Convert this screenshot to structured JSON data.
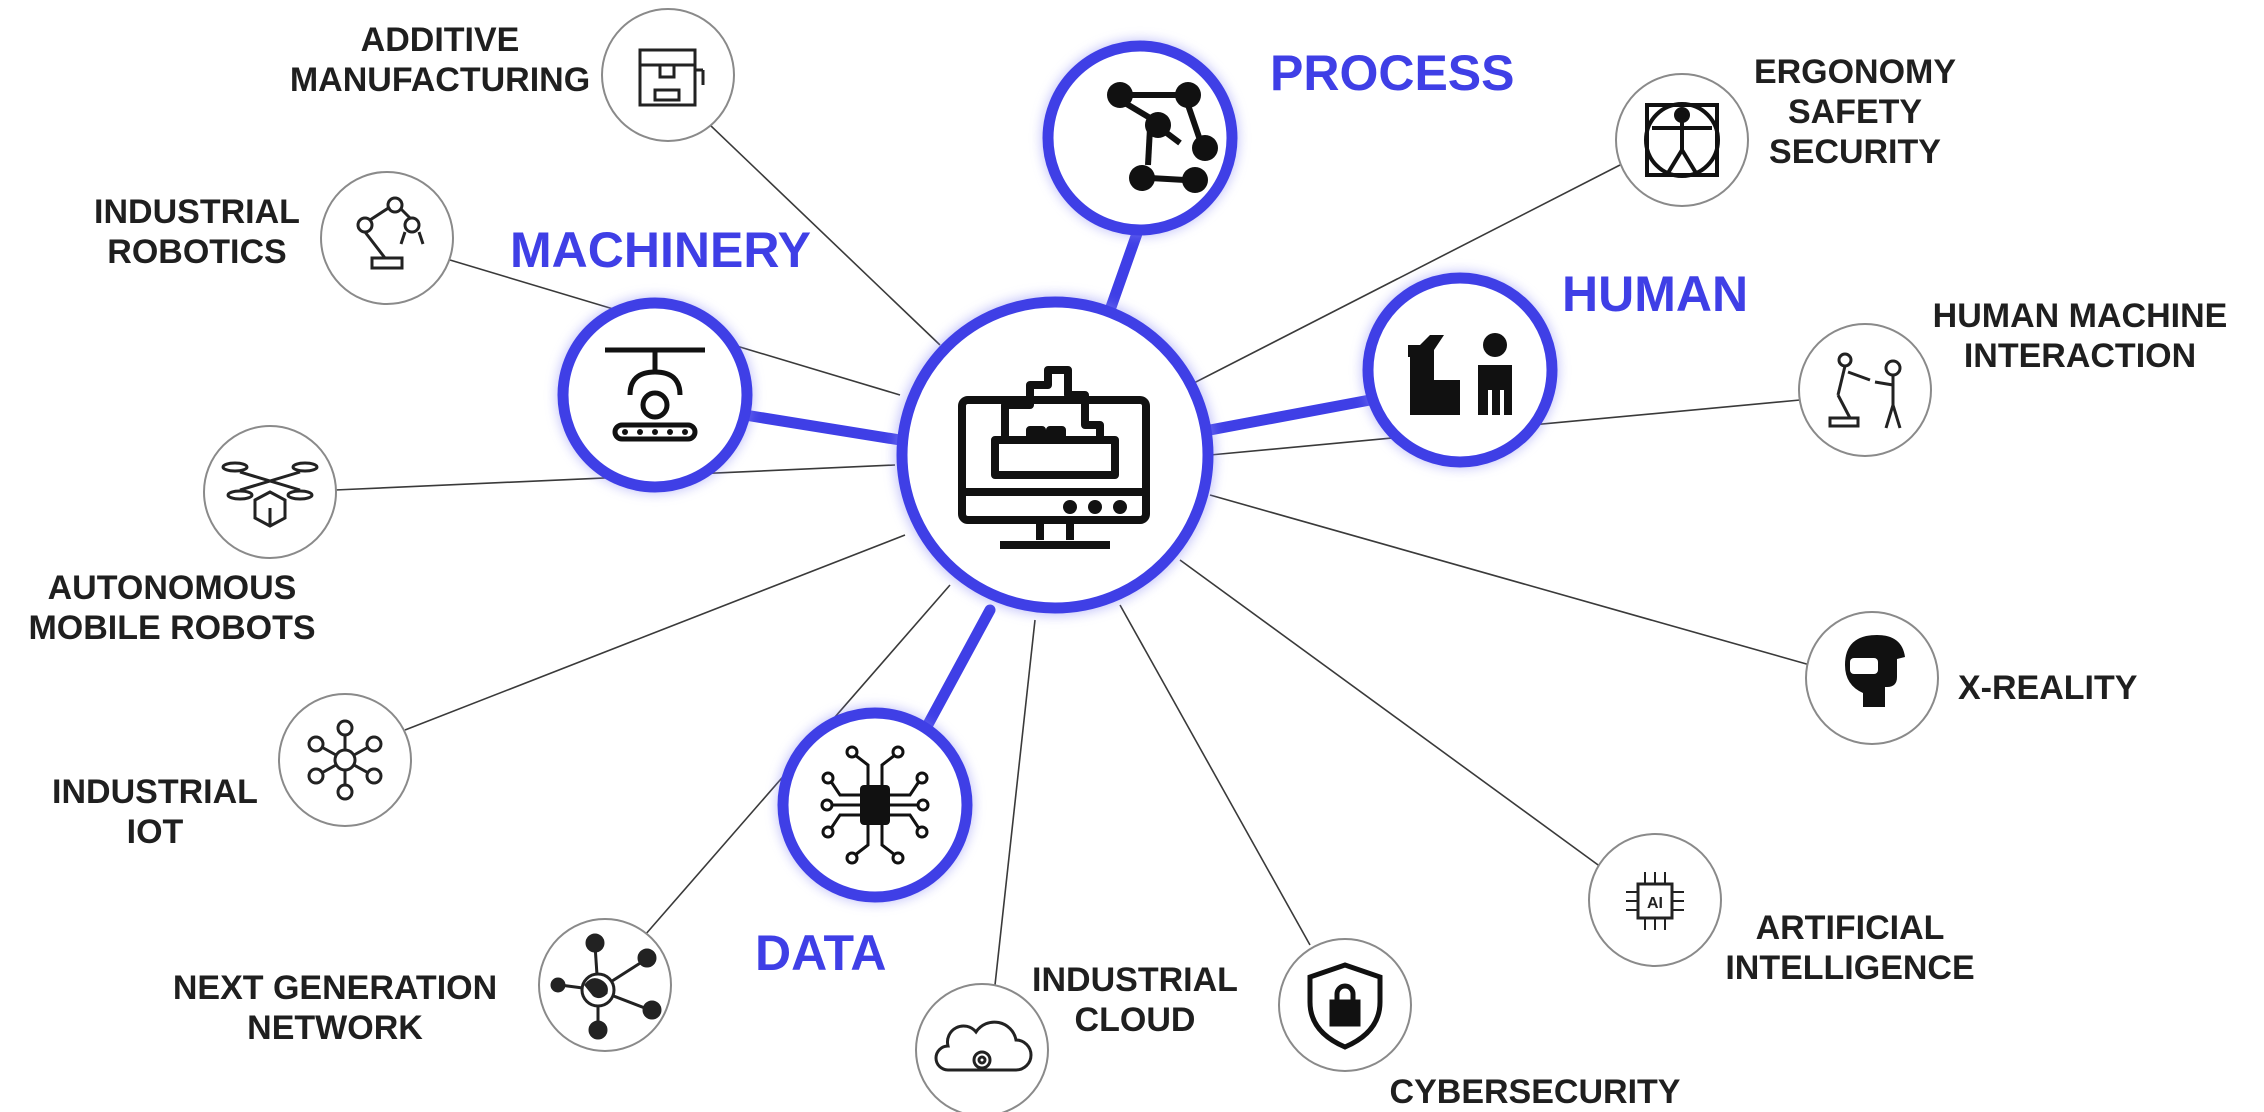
{
  "colors": {
    "accent": "#3f3fe6",
    "text": "#1f1f1f",
    "line": "#3a3a3a",
    "node_border": "#8a8a8a"
  },
  "hub": {
    "icon": "factory-monitor-icon"
  },
  "categories": {
    "process": {
      "label": "PROCESS",
      "icon": "process-flow-icon"
    },
    "machinery": {
      "label": "MACHINERY",
      "icon": "gripper-conveyor-icon"
    },
    "human": {
      "label": "HUMAN",
      "icon": "worker-robot-icon"
    },
    "data": {
      "label": "DATA",
      "icon": "chip-circuit-icon"
    }
  },
  "technologies": {
    "additive_manufacturing": {
      "lines": [
        "ADDITIVE",
        "MANUFACTURING"
      ],
      "icon": "3d-printer-icon"
    },
    "industrial_robotics": {
      "lines": [
        "INDUSTRIAL",
        "ROBOTICS"
      ],
      "icon": "robot-arm-icon"
    },
    "autonomous_mobile_robots": {
      "lines": [
        "AUTONOMOUS",
        "MOBILE ROBOTS"
      ],
      "icon": "drone-package-icon"
    },
    "industrial_iot": {
      "lines": [
        "INDUSTRIAL",
        "IOT"
      ],
      "icon": "network-nodes-icon"
    },
    "next_generation_network": {
      "lines": [
        "NEXT GENERATION",
        "NETWORK"
      ],
      "icon": "globe-network-icon"
    },
    "industrial_cloud": {
      "lines": [
        "INDUSTRIAL",
        "CLOUD"
      ],
      "icon": "cloud-gear-icon"
    },
    "cybersecurity": {
      "lines": [
        "CYBERSECURITY"
      ],
      "icon": "shield-lock-icon"
    },
    "artificial_intelligence": {
      "lines": [
        "ARTIFICIAL",
        "INTELLIGENCE"
      ],
      "icon": "ai-chip-icon"
    },
    "x_reality": {
      "lines": [
        "X-REALITY"
      ],
      "icon": "vr-headset-icon"
    },
    "human_machine_interaction": {
      "lines": [
        "HUMAN MACHINE",
        "INTERACTION"
      ],
      "icon": "human-robot-icon"
    },
    "ergonomy_safety_security": {
      "lines": [
        "ERGONOMY",
        "SAFETY",
        "SECURITY"
      ],
      "icon": "vitruvian-man-icon"
    }
  }
}
